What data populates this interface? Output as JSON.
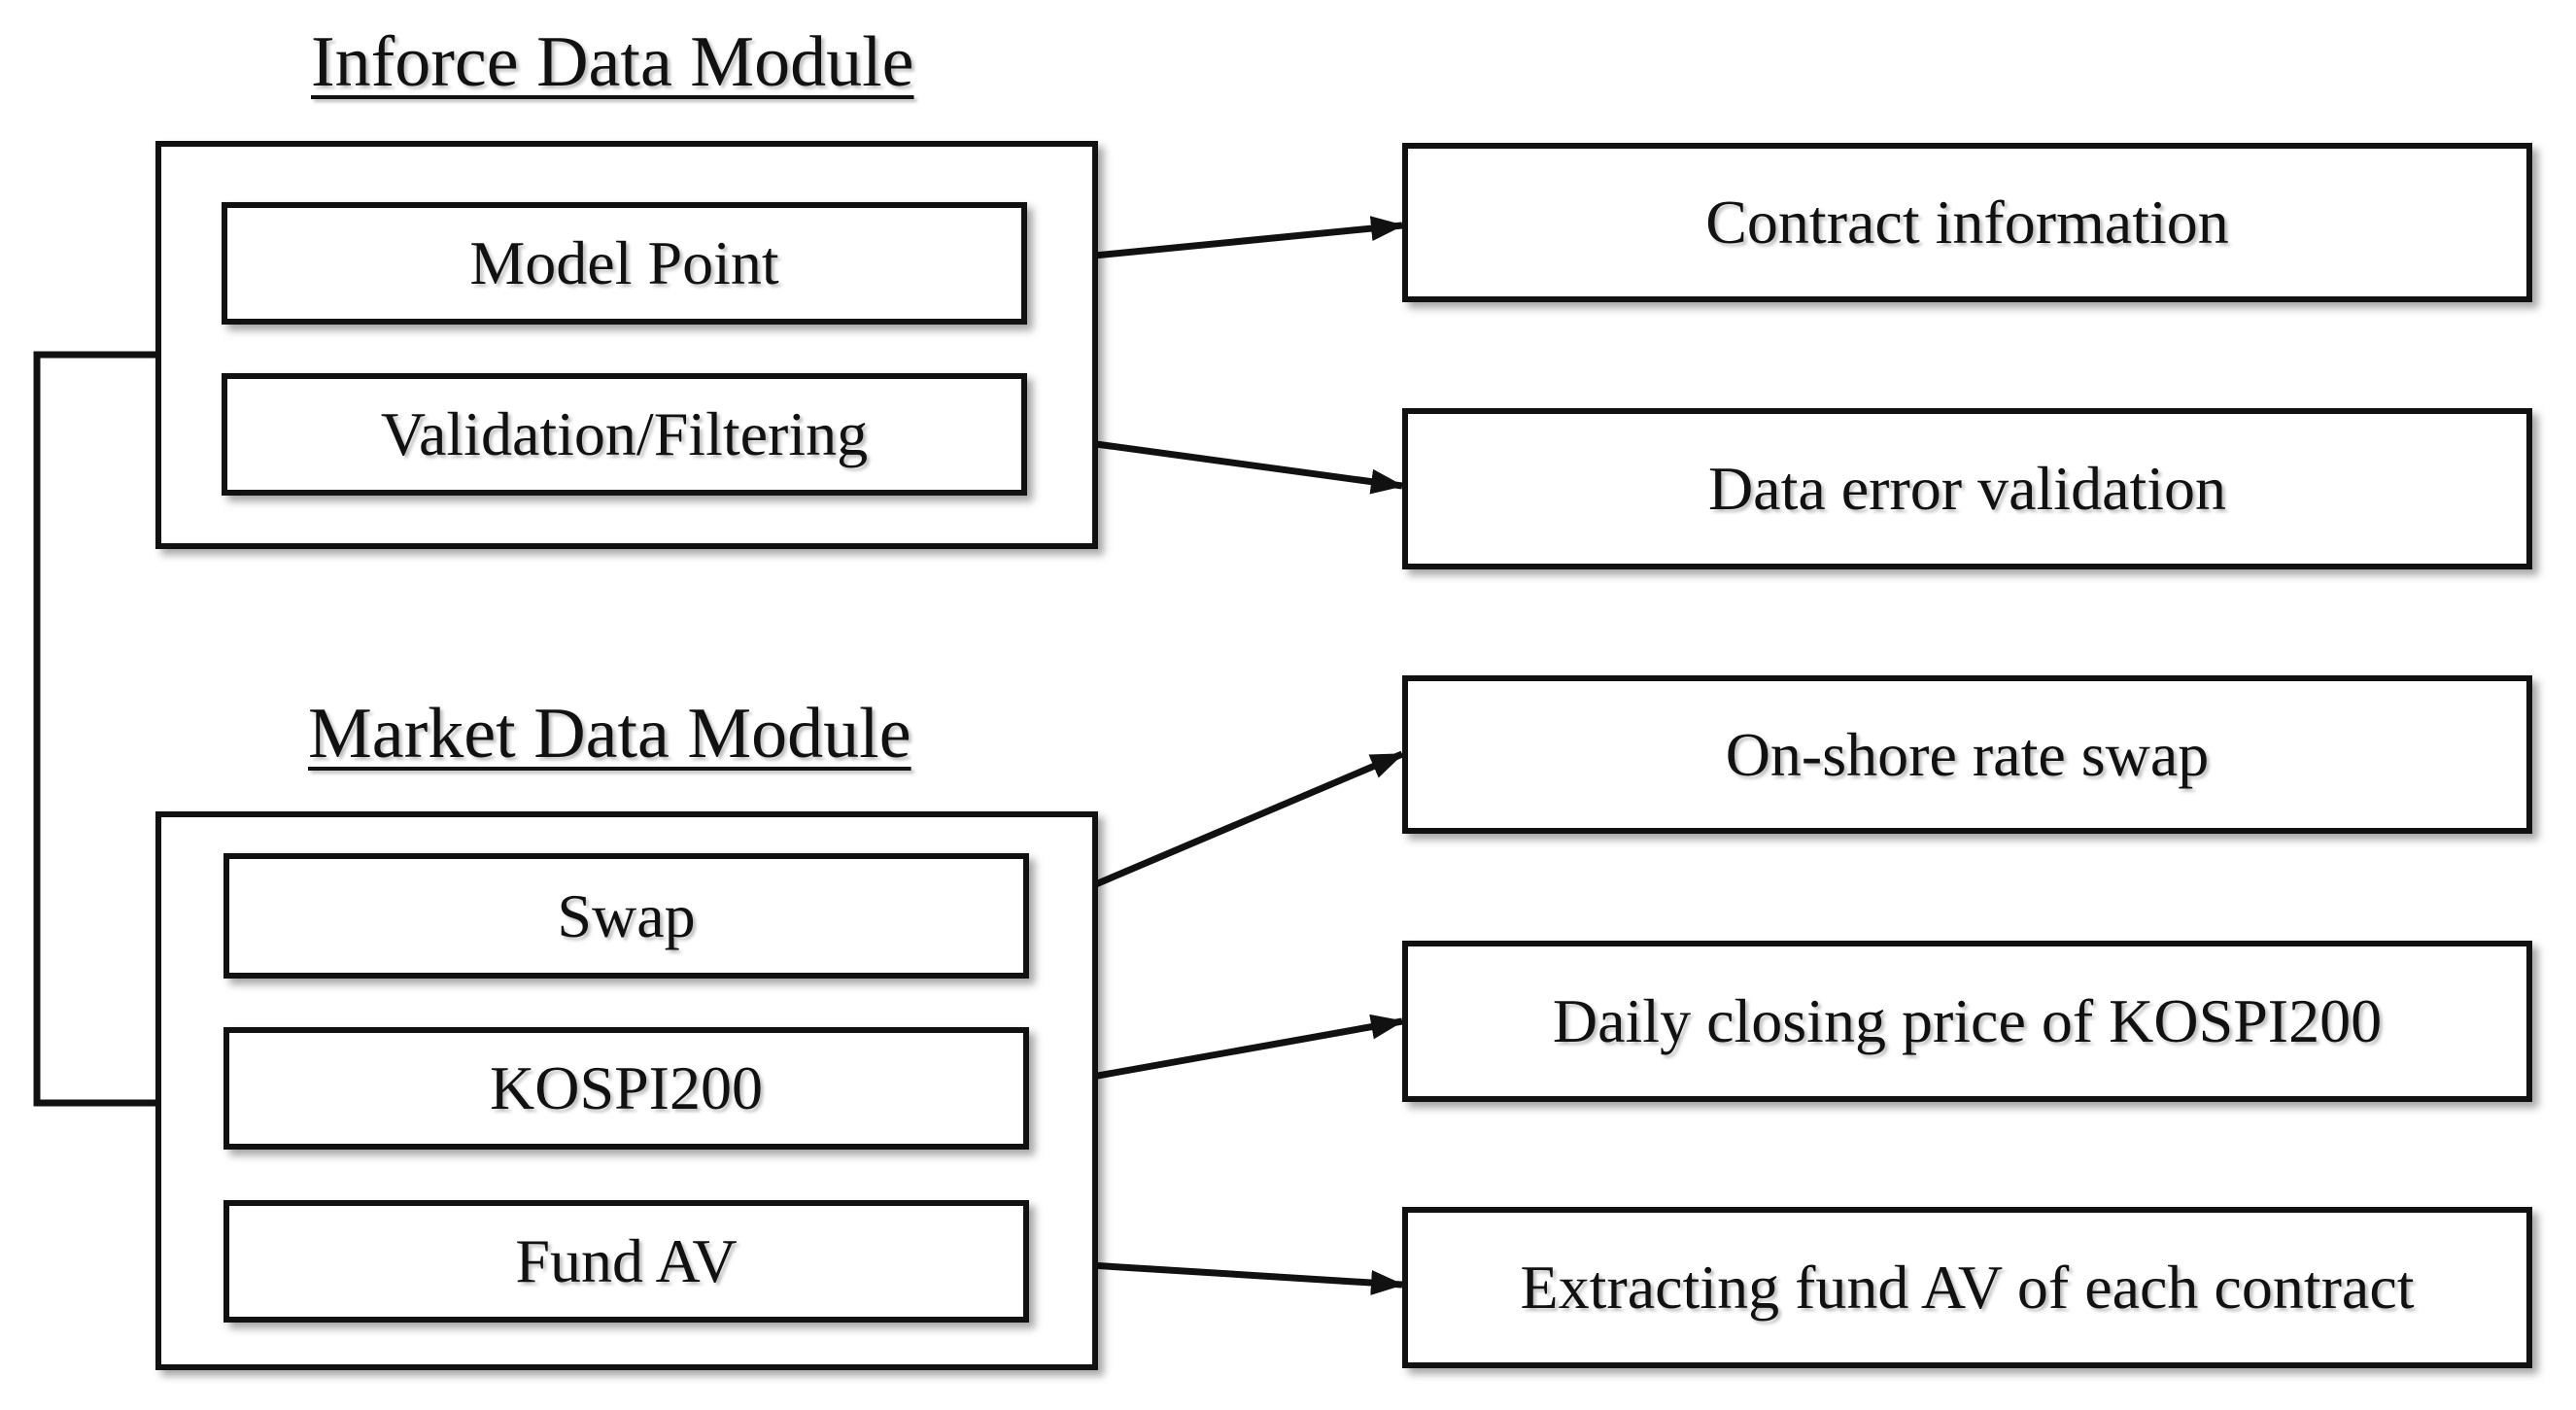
{
  "inforce_module": {
    "title": "Inforce Data Module",
    "items": [
      "Model Point",
      "Validation/Filtering"
    ]
  },
  "market_module": {
    "title": "Market Data Module",
    "items": [
      "Swap",
      "KOSPI200",
      "Fund AV"
    ]
  },
  "outputs": [
    "Contract information",
    "Data error validation",
    "On-shore rate swap",
    "Daily closing price of KOSPI200",
    "Extracting fund AV of each contract"
  ]
}
